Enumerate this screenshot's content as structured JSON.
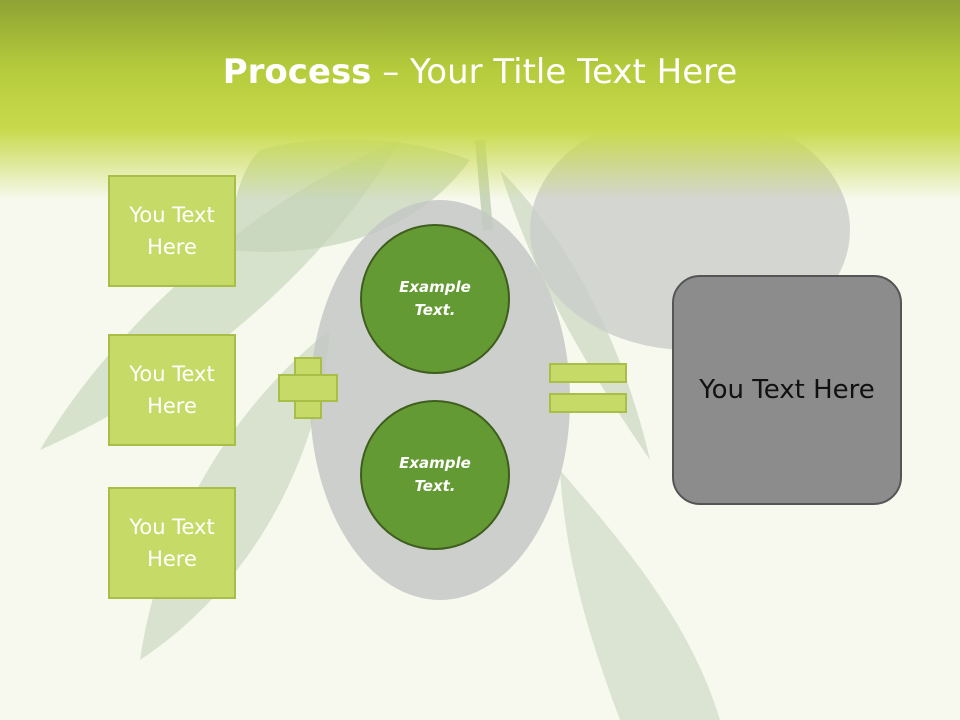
{
  "header": {
    "title_bold": "Process",
    "title_rest": " – Your Title Text Here"
  },
  "left_boxes": [
    {
      "label": "You Text Here"
    },
    {
      "label": "You Text Here"
    },
    {
      "label": "You Text Here"
    }
  ],
  "circles": [
    {
      "label": "Example Text."
    },
    {
      "label": "Example Text."
    }
  ],
  "result": {
    "label": "You Text Here"
  },
  "operators": {
    "plus": "plus-icon",
    "equals": "equals-icon"
  },
  "colors": {
    "header_green": "#b6cc3c",
    "box_fill": "#c6db67",
    "circle_fill": "#649a33",
    "result_fill": "#8c8c8c"
  }
}
